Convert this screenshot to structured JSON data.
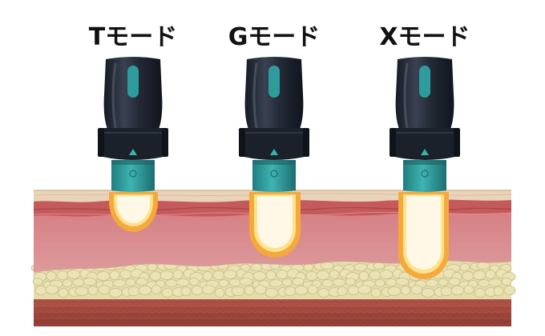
{
  "modes": [
    {
      "label": "Tモード"
    },
    {
      "label": "Gモード"
    },
    {
      "label": "Xモード"
    }
  ],
  "colors": {
    "handpiece_body": "#1f2633",
    "handpiece_accent": "#2e9c9c",
    "energy_outer": "#f6a93b",
    "energy_inner": "#fff8e6",
    "epidermis": "#e8d2b8",
    "dermis": "#d98a8e",
    "dermis_red": "#b8484c",
    "fat": "#e6dfb0",
    "muscle": "#a84a40"
  }
}
